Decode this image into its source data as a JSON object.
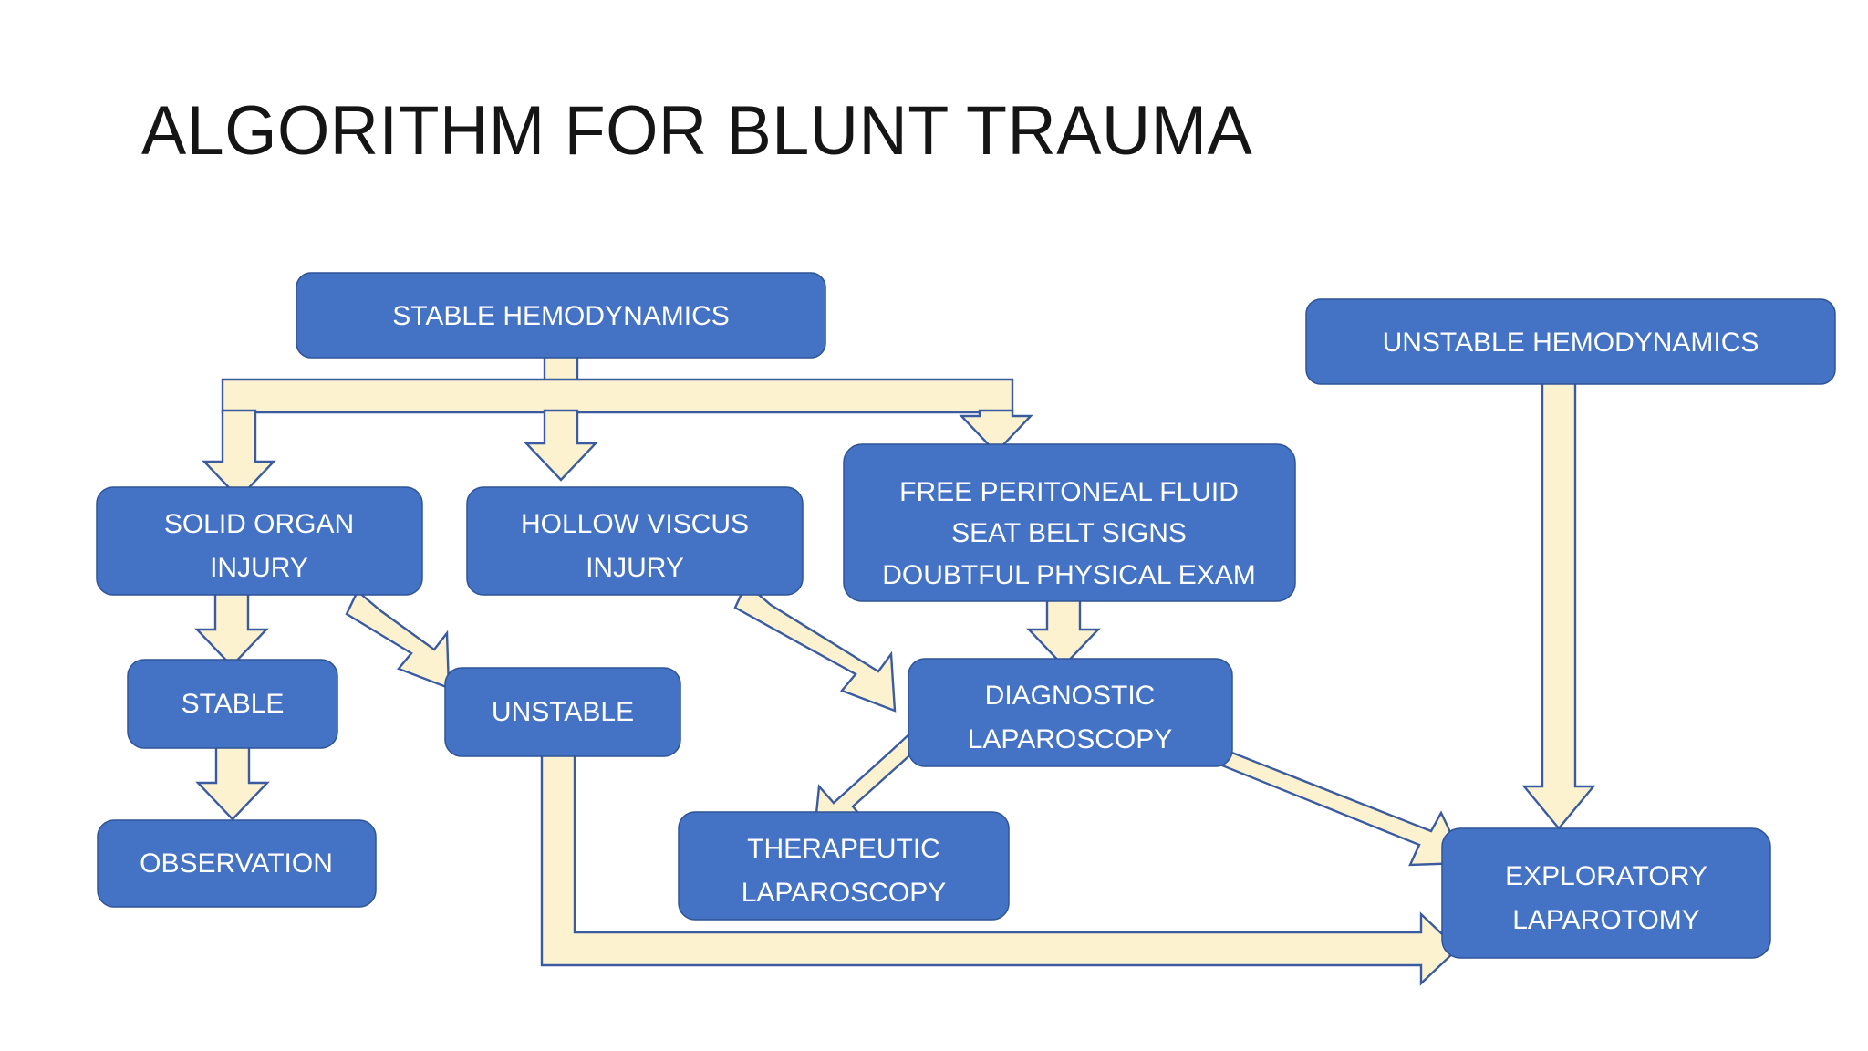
{
  "slide": {
    "title": "ALGORITHM FOR BLUNT TRAUMA",
    "background_color": "#FFFFFF"
  },
  "theme": {
    "node_fill": "#4472C4",
    "node_stroke": "#2F5496",
    "node_text": "#FFFFFF",
    "connector_fill": "#FDF2CF",
    "connector_stroke": "#3A5BA0",
    "title_color": "#151515"
  },
  "nodes": {
    "stable_hemodynamics": {
      "label": "STABLE HEMODYNAMICS"
    },
    "unstable_hemodynamics": {
      "label": "UNSTABLE HEMODYNAMICS"
    },
    "solid_organ_injury": {
      "line1": "SOLID ORGAN",
      "line2": "INJURY"
    },
    "hollow_viscus_injury": {
      "line1": "HOLLOW VISCUS",
      "line2": "INJURY"
    },
    "free_peritoneal": {
      "line1": "FREE PERITONEAL FLUID",
      "line2": "SEAT BELT SIGNS",
      "line3": "DOUBTFUL PHYSICAL EXAM"
    },
    "stable": {
      "label": "STABLE"
    },
    "unstable": {
      "label": "UNSTABLE"
    },
    "diagnostic_laparoscopy": {
      "line1": "DIAGNOSTIC",
      "line2": "LAPAROSCOPY"
    },
    "observation": {
      "label": "OBSERVATION"
    },
    "therapeutic_laparoscopy": {
      "line1": "THERAPEUTIC",
      "line2": "LAPAROSCOPY"
    },
    "exploratory_laparotomy": {
      "line1": "EXPLORATORY",
      "line2": "LAPAROTOMY"
    }
  },
  "chart_data": {
    "type": "diagram",
    "title": "ALGORITHM FOR BLUNT TRAUMA",
    "diagram_kind": "flowchart",
    "node_list": [
      "STABLE HEMODYNAMICS",
      "UNSTABLE HEMODYNAMICS",
      "SOLID ORGAN INJURY",
      "HOLLOW VISCUS INJURY",
      "FREE PERITONEAL FLUID / SEAT BELT SIGNS / DOUBTFUL PHYSICAL EXAM",
      "STABLE",
      "UNSTABLE",
      "DIAGNOSTIC LAPAROSCOPY",
      "OBSERVATION",
      "THERAPEUTIC LAPAROSCOPY",
      "EXPLORATORY LAPAROTOMY"
    ],
    "edges": [
      {
        "from": "STABLE HEMODYNAMICS",
        "to": "SOLID ORGAN INJURY"
      },
      {
        "from": "STABLE HEMODYNAMICS",
        "to": "HOLLOW VISCUS INJURY"
      },
      {
        "from": "STABLE HEMODYNAMICS",
        "to": "FREE PERITONEAL FLUID / SEAT BELT SIGNS / DOUBTFUL PHYSICAL EXAM"
      },
      {
        "from": "SOLID ORGAN INJURY",
        "to": "STABLE"
      },
      {
        "from": "SOLID ORGAN INJURY",
        "to": "UNSTABLE"
      },
      {
        "from": "HOLLOW VISCUS INJURY",
        "to": "DIAGNOSTIC LAPAROSCOPY"
      },
      {
        "from": "FREE PERITONEAL FLUID / SEAT BELT SIGNS / DOUBTFUL PHYSICAL EXAM",
        "to": "DIAGNOSTIC LAPAROSCOPY"
      },
      {
        "from": "STABLE",
        "to": "OBSERVATION"
      },
      {
        "from": "UNSTABLE",
        "to": "EXPLORATORY LAPAROTOMY"
      },
      {
        "from": "DIAGNOSTIC LAPAROSCOPY",
        "to": "THERAPEUTIC LAPAROSCOPY"
      },
      {
        "from": "DIAGNOSTIC LAPAROSCOPY",
        "to": "EXPLORATORY LAPAROTOMY"
      },
      {
        "from": "UNSTABLE HEMODYNAMICS",
        "to": "EXPLORATORY LAPAROTOMY"
      }
    ]
  }
}
